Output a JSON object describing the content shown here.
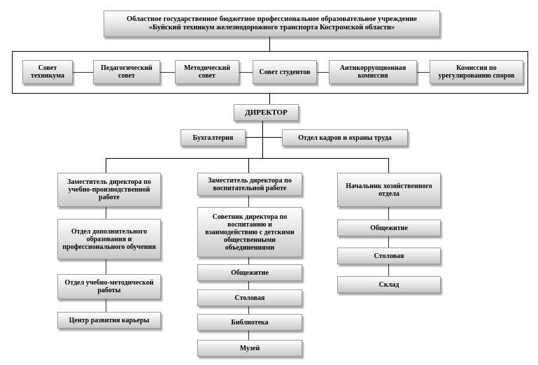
{
  "top": {
    "line1": "Областное государственное бюджетное профессиональное образовательное учреждение",
    "line2": "«Буйский техникум железнодорожного транспорта Костромской области»"
  },
  "councils": [
    "Совет техникума",
    "Педагогический совет",
    "Методический совет",
    "Совет студентов",
    "Антикоррупционная комиссия",
    "Комиссия по урегулированию споров"
  ],
  "director": "ДИРЕКТОР",
  "accounting": "Бухгалтерия",
  "hr": "Отдел кадров и охраны труда",
  "col1": {
    "head": "Заместитель директора по учебно-производственной работе",
    "items": [
      "Отдел дополнительного образования и профессионального обучения",
      "Отдел учебно-методической работы",
      "Центр развития карьеры"
    ]
  },
  "col2": {
    "head": "Заместитель директора по воспитательной работе",
    "advisor": "Советник директора по воспитанию и взаимодействию с детскими общественными объединениями",
    "items": [
      "Общежитие",
      "Столовая",
      "Библиотека",
      "Музей"
    ]
  },
  "col3": {
    "head": "Начальник хозяйственного отдела",
    "items": [
      "Общежитие",
      "Столовая",
      "Склад"
    ]
  }
}
